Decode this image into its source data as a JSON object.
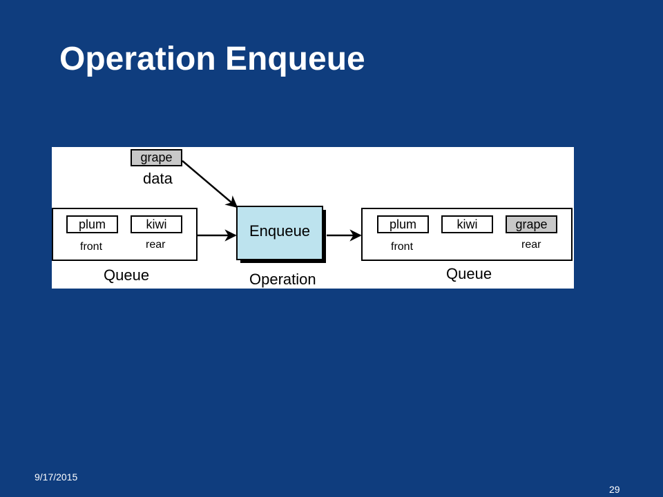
{
  "slide": {
    "title": "Operation Enqueue",
    "date": "9/17/2015",
    "page_number": "29"
  },
  "diagram": {
    "data_item": {
      "value": "grape",
      "label": "data"
    },
    "queue_before": {
      "cells": [
        "plum",
        "kiwi"
      ],
      "front_label": "front",
      "rear_label": "rear",
      "caption": "Queue"
    },
    "operation": {
      "name": "Enqueue",
      "caption": "Operation"
    },
    "queue_after": {
      "cells": [
        "plum",
        "kiwi",
        "grape"
      ],
      "front_label": "front",
      "rear_label": "rear",
      "caption": "Queue"
    }
  },
  "colors": {
    "background": "#0f3d7e",
    "operation_fill": "#bde3ee",
    "highlight_cell": "#c8c8c8"
  }
}
